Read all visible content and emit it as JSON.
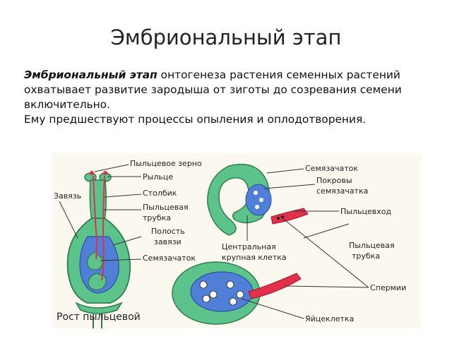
{
  "slide": {
    "title": "Эмбриональный этап",
    "para_em": "Эмбриональный этап",
    "para_rest": " онтогенеза растения семенных растений охватывает развитие зародыша от зиготы до созревания семени включительно.",
    "para_line2": "Ему предшествуют процессы опыления и оплодотворения."
  },
  "figure": {
    "labels": {
      "pollen_grain": "Пыльцевое зерно",
      "stigma": "Рыльце",
      "ovary": "Завязь",
      "style": "Столбик",
      "pollen_tube_1": "Пыльцевая",
      "pollen_tube_2": "трубка",
      "ovary_cavity_1": "Полость",
      "ovary_cavity_2": "завязи",
      "ovule_left": "Семязачаток",
      "caption": "Рост пыльцевой",
      "ovule_right": "Семязачаток",
      "integuments_1": "Покровы",
      "integuments_2": "семязачатка",
      "micropyle": "Пыльцевход",
      "central_cell_1": "Центральная",
      "central_cell_2": "крупная клетка",
      "pollen_tube_r1": "Пыльцевая",
      "pollen_tube_r2": "трубка",
      "sperm": "Спермии",
      "egg": "Яйцеклетка"
    },
    "colors": {
      "green": "#5cc48a",
      "dark_green": "#2e7d4f",
      "blue": "#4f7fd6",
      "red": "#e0304a",
      "background": "#fbf8f0"
    }
  }
}
